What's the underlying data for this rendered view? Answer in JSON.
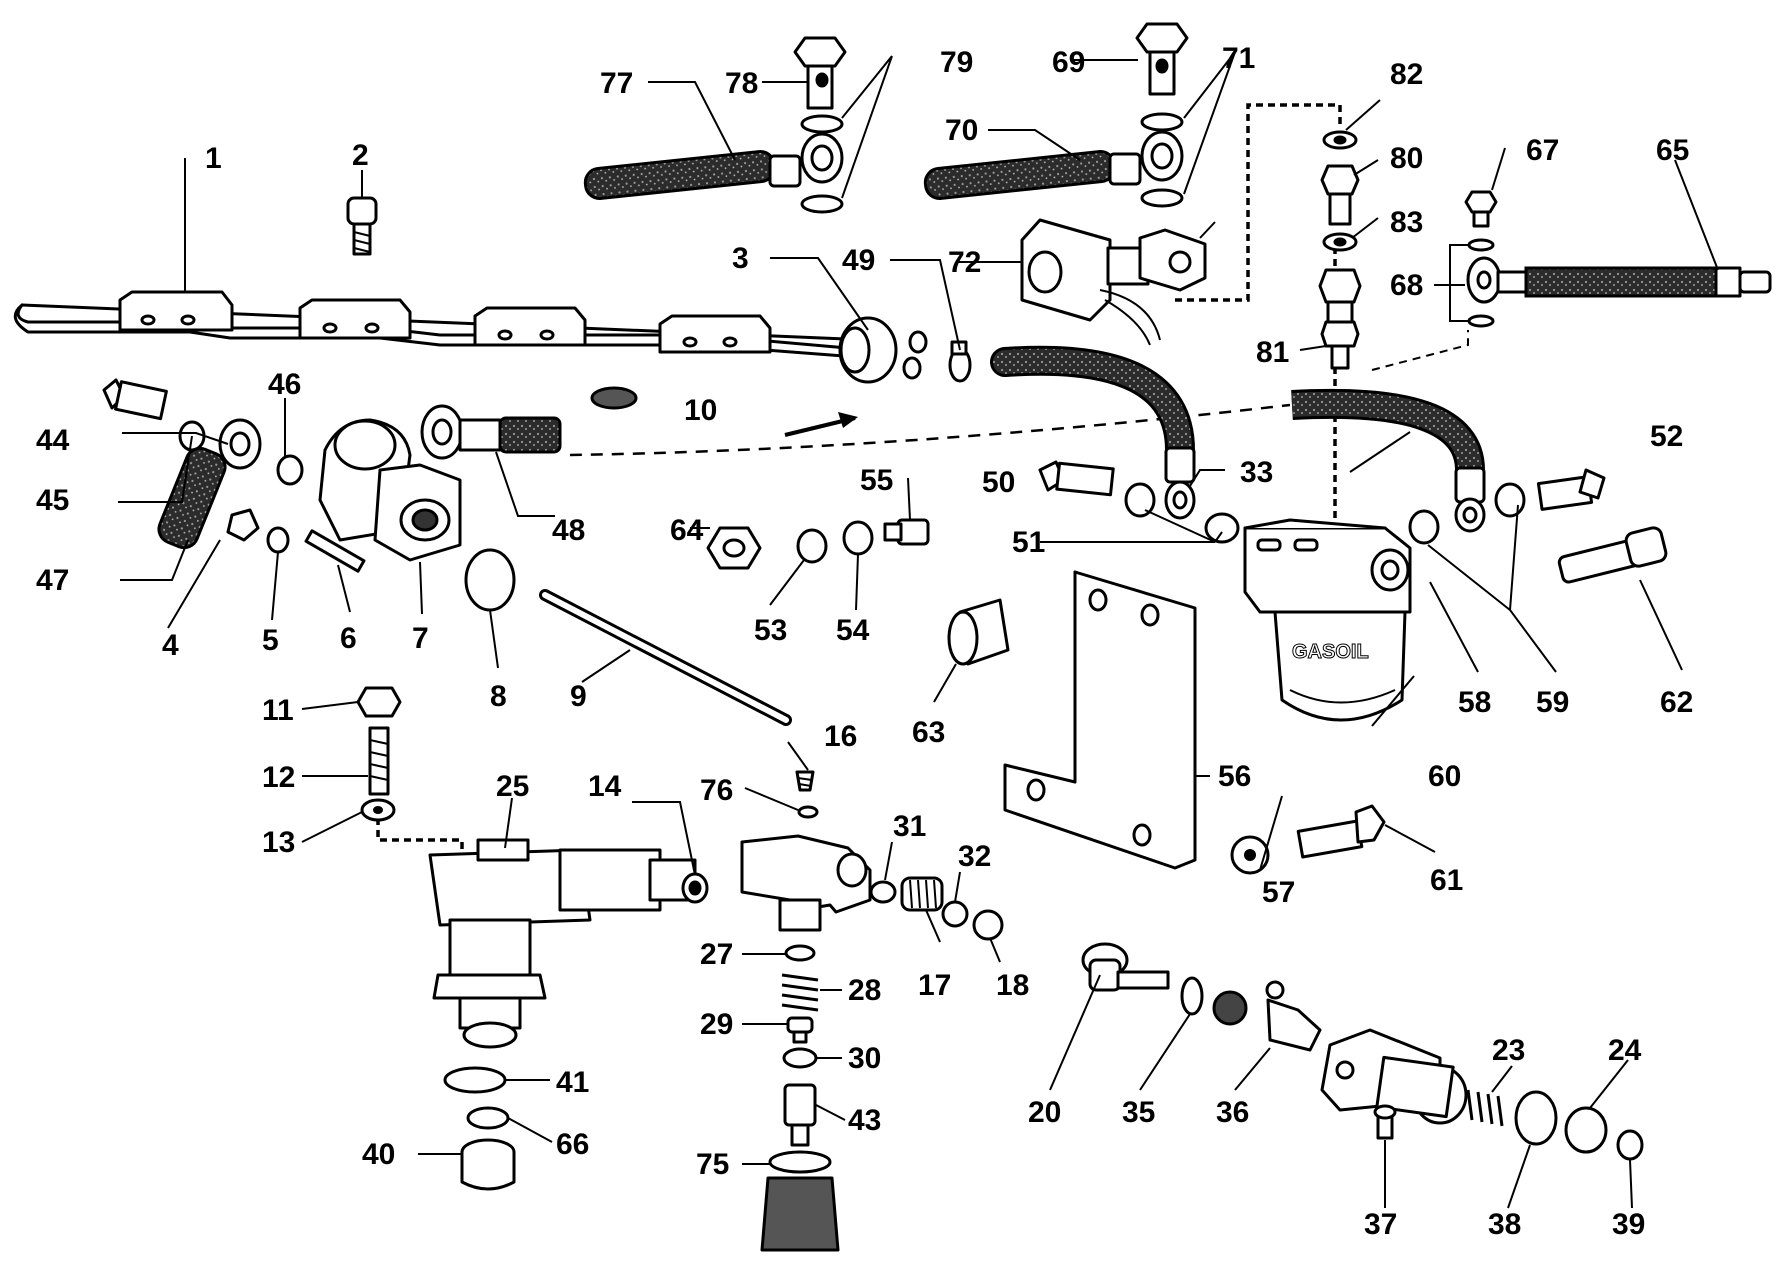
{
  "filter_stamp": "GASOIL",
  "callouts": {
    "c1": "1",
    "c2": "2",
    "c3": "3",
    "c4": "4",
    "c5": "5",
    "c6": "6",
    "c7": "7",
    "c8": "8",
    "c9": "9",
    "c10": "10",
    "c11": "11",
    "c12": "12",
    "c13": "13",
    "c14": "14",
    "c16": "16",
    "c17": "17",
    "c18": "18",
    "c20": "20",
    "c23": "23",
    "c24": "24",
    "c25": "25",
    "c27": "27",
    "c28": "28",
    "c29": "29",
    "c30": "30",
    "c31": "31",
    "c32": "32",
    "c33": "33",
    "c35": "35",
    "c36": "36",
    "c37": "37",
    "c38": "38",
    "c39": "39",
    "c40": "40",
    "c41": "41",
    "c43": "43",
    "c44": "44",
    "c45": "45",
    "c46": "46",
    "c47": "47",
    "c48": "48",
    "c49": "49",
    "c50": "50",
    "c51": "51",
    "c52": "52",
    "c53": "53",
    "c54": "54",
    "c55": "55",
    "c56": "56",
    "c57": "57",
    "c58": "58",
    "c59": "59",
    "c60": "60",
    "c61": "61",
    "c62": "62",
    "c63": "63",
    "c64": "64",
    "c65": "65",
    "c66": "66",
    "c67": "67",
    "c68": "68",
    "c69": "69",
    "c70": "70",
    "c71": "71",
    "c72": "72",
    "c75": "75",
    "c76": "76",
    "c77": "77",
    "c78": "78",
    "c79": "79",
    "c80": "80",
    "c81": "81",
    "c82": "82",
    "c83": "83"
  }
}
